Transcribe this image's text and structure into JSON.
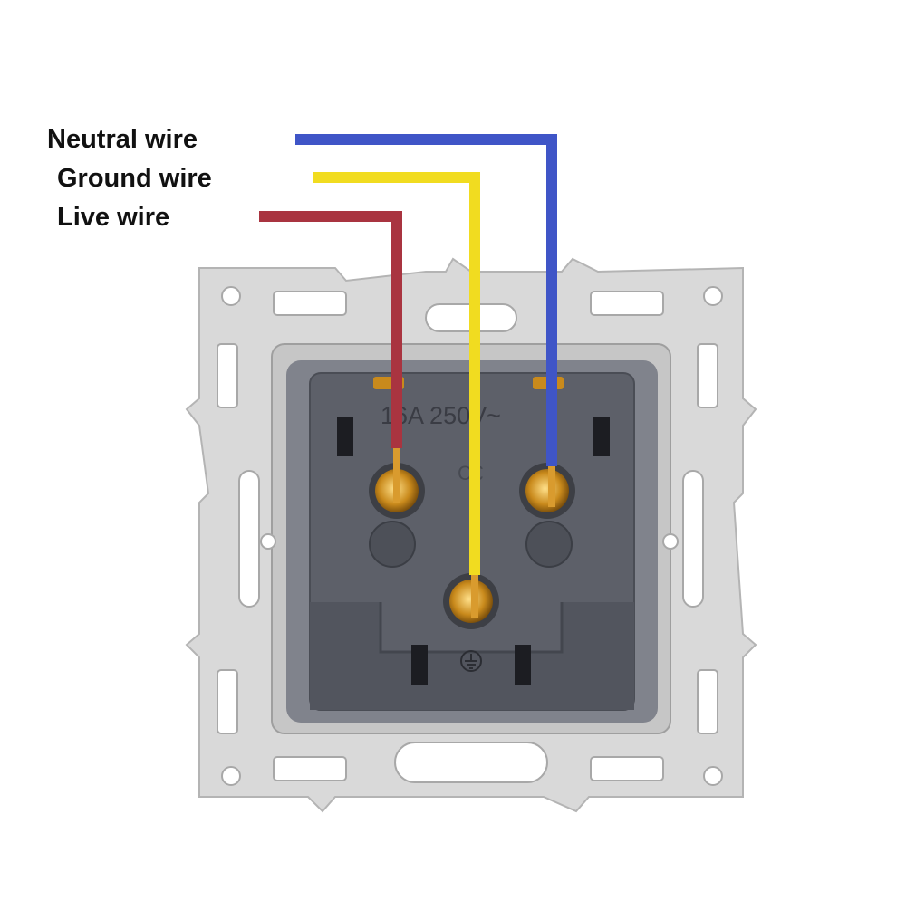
{
  "labels": {
    "neutral": "Neutral wire",
    "ground": "Ground wire",
    "live": "Live wire"
  },
  "socket": {
    "rating": "16A 250V~"
  },
  "colors": {
    "neutral_wire": "#3f55c7",
    "ground_wire": "#f1dc20",
    "live_wire": "#a93440",
    "copper": "#c58a2a",
    "frame": "#d9d9d9",
    "socket_body": "#5d6069"
  },
  "icons": {
    "ground": "earth-ground-symbol"
  }
}
